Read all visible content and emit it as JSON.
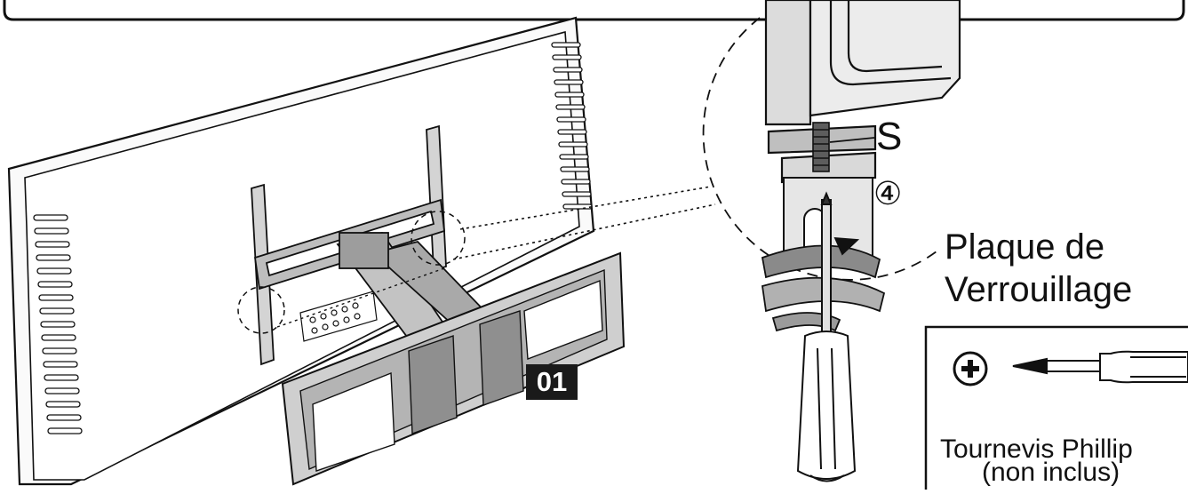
{
  "callout": {
    "screw_label": "S",
    "step_number": "④"
  },
  "locking_plate": {
    "line1": "Plaque de",
    "line2": "Verrouillage"
  },
  "tool_box": {
    "name": "Tournevis Phillip",
    "note": "(non inclus)",
    "icon": "phillips-cross-icon"
  },
  "step_badge": "01",
  "colors": {
    "ink": "#111111",
    "gray": "#8d8d8d",
    "light_gray": "#c9c9c9",
    "badge": "#1a1a1a"
  }
}
